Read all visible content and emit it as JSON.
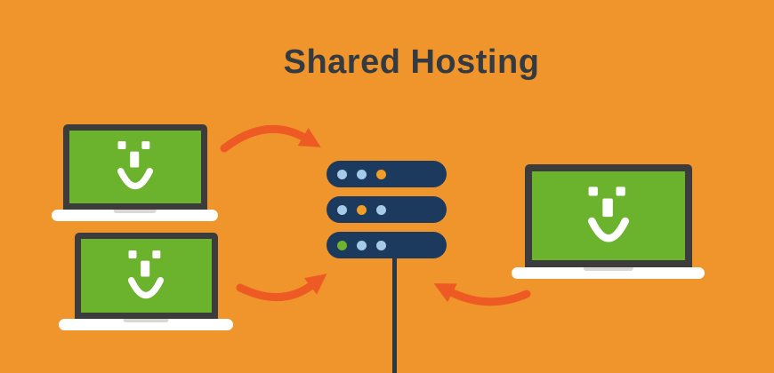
{
  "title": "Shared Hosting",
  "colors": {
    "bg": "#f0952b",
    "title": "#333a42",
    "server-bar": "#1b3a5e",
    "dot-blue": "#a5cbe9",
    "dot-orange": "#f19d27",
    "dot-green": "#6db32d",
    "arrow": "#ee5a24",
    "laptop-frame": "#3c3c3c",
    "laptop-screen": "#6cb32d",
    "laptop-base": "#ffffff",
    "laptop-notch": "#d9d8d5",
    "cable": "#2a3744",
    "face": "#ffffff"
  },
  "server": {
    "rows": [
      [
        "blue",
        "blue",
        "orange"
      ],
      [
        "blue",
        "orange",
        "blue"
      ],
      [
        "green",
        "blue",
        "blue"
      ]
    ]
  }
}
